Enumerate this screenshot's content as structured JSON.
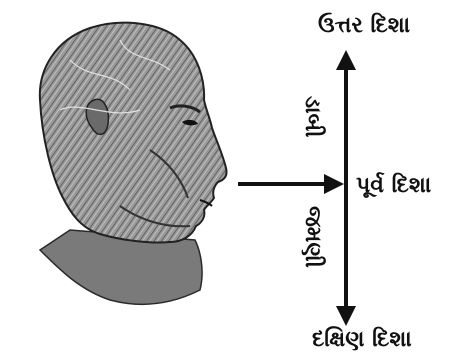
{
  "directions": {
    "north": "ઉત્તર દિશા",
    "east": "પૂર્વ દિશા",
    "south": "દક્ષિણ દિશા"
  },
  "sides": {
    "left": "ડાબી",
    "right": "જમણી"
  },
  "colors": {
    "ink": "#111111",
    "head_dark": "#3a3a3a",
    "head_mid": "#8a8a8a",
    "head_light": "#d0d0d0"
  },
  "icons": {
    "figure": "anatomical-head-profile-facing-right"
  }
}
